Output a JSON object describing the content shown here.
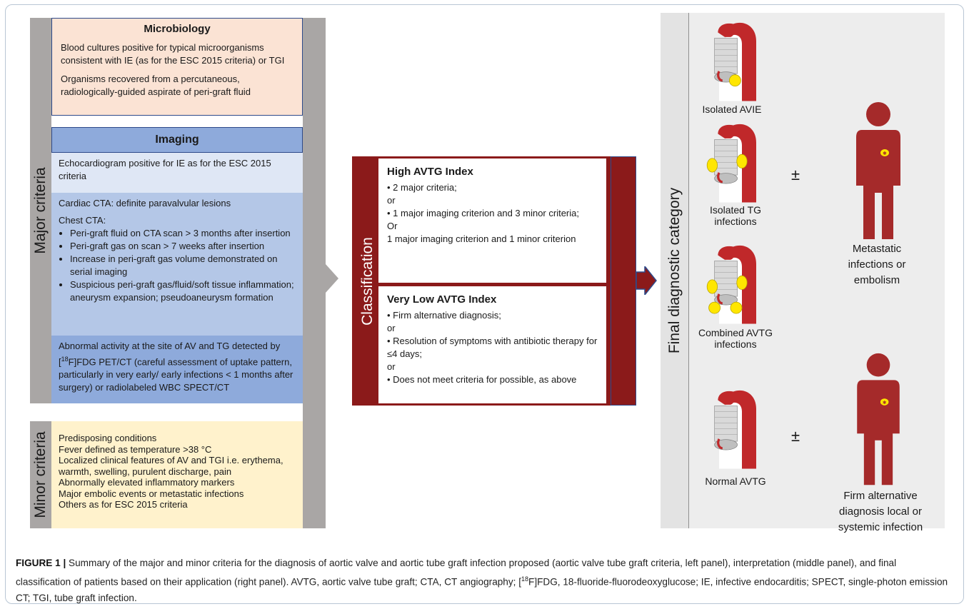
{
  "left_panel": {
    "major_label": "Major criteria",
    "minor_label": "Minor criteria",
    "microbiology": {
      "title": "Microbiology",
      "p1": "Blood cultures positive for typical microorganisms consistent with IE (as for the ESC 2015 criteria) or TGI",
      "p2": "Organisms recovered from a percutaneous, radiologically-guided aspirate of peri-graft fluid"
    },
    "imaging": {
      "title": "Imaging",
      "echo": "Echocardiogram positive for IE as for the ESC 2015 criteria",
      "cardiac_cta": "Cardiac CTA: definite paravalvular lesions",
      "chest_cta": "Chest CTA:",
      "chest_items": [
        "Peri-graft fluid on CTA scan > 3 months after insertion",
        "Peri-graft gas on scan > 7 weeks after insertion",
        "Increase in peri-graft gas volume demonstrated on serial imaging",
        "Suspicious peri-graft gas/fluid/soft tissue inflammation; aneurysm expansion; pseudoaneurysm formation"
      ],
      "pet_pre": "Abnormal activity at the site of AV and TG detected by [",
      "pet_sup": "18",
      "pet_post": "F]FDG PET/CT (careful assessment of uptake pattern, particularly in very early/ early infections < 1 months after surgery) or radiolabeled WBC SPECT/CT"
    },
    "minor": [
      "Predisposing conditions",
      "Fever defined as temperature >38 °C",
      "Localized clinical features of AV and TGI i.e. erythema, warmth, swelling, purulent discharge, pain",
      "Abnormally elevated inflammatory markers",
      "Major embolic events or metastatic infections",
      "Others as for ESC 2015 criteria"
    ]
  },
  "middle_panel": {
    "label": "Classification",
    "high": {
      "title": "High AVTG Index",
      "lines": [
        "• 2 major criteria;",
        "or",
        "• 1 major imaging criterion and 3 minor criteria;",
        "Or",
        "1 major imaging criterion and 1 minor criterion"
      ]
    },
    "low": {
      "title": "Very Low AVTG Index",
      "lines": [
        "• Firm alternative diagnosis;",
        "or",
        "• Resolution of symptoms with antibiotic therapy for ≤4 days;",
        "or",
        "• Does not meet criteria for possible, as above"
      ]
    }
  },
  "right_panel": {
    "label": "Final diagnostic category",
    "categories": [
      "Isolated AVIE",
      "Isolated TG infections",
      "Combined AVTG infections",
      "Normal AVTG"
    ],
    "plus_minus": "±",
    "outcome_top": "Metastatic infections or embolism",
    "outcome_bottom": "Firm alternative diagnosis local or systemic infection"
  },
  "caption": {
    "label": "FIGURE 1 |",
    "text_pre": " Summary of the major and minor criteria for the diagnosis of aortic valve and aortic tube graft infection proposed (aortic valve tube graft criteria, left panel), interpretation (middle panel), and final classification of patients based on their application (right panel). AVTG, aortic valve tube graft; CTA, CT angiography; [",
    "sup": "18",
    "text_post": "F]FDG, 18-fluoride-fluorodeoxyglucose; IE, infective endocarditis; SPECT, single-photon emission CT; TGI, tube graft infection."
  },
  "colors": {
    "accent_red": "#8b1a1a",
    "imaging_blue": "#8eaadb",
    "micro_peach": "#fbe3d4",
    "minor_yellow": "#fff2cc",
    "sidebar_gray": "#a9a6a5"
  }
}
